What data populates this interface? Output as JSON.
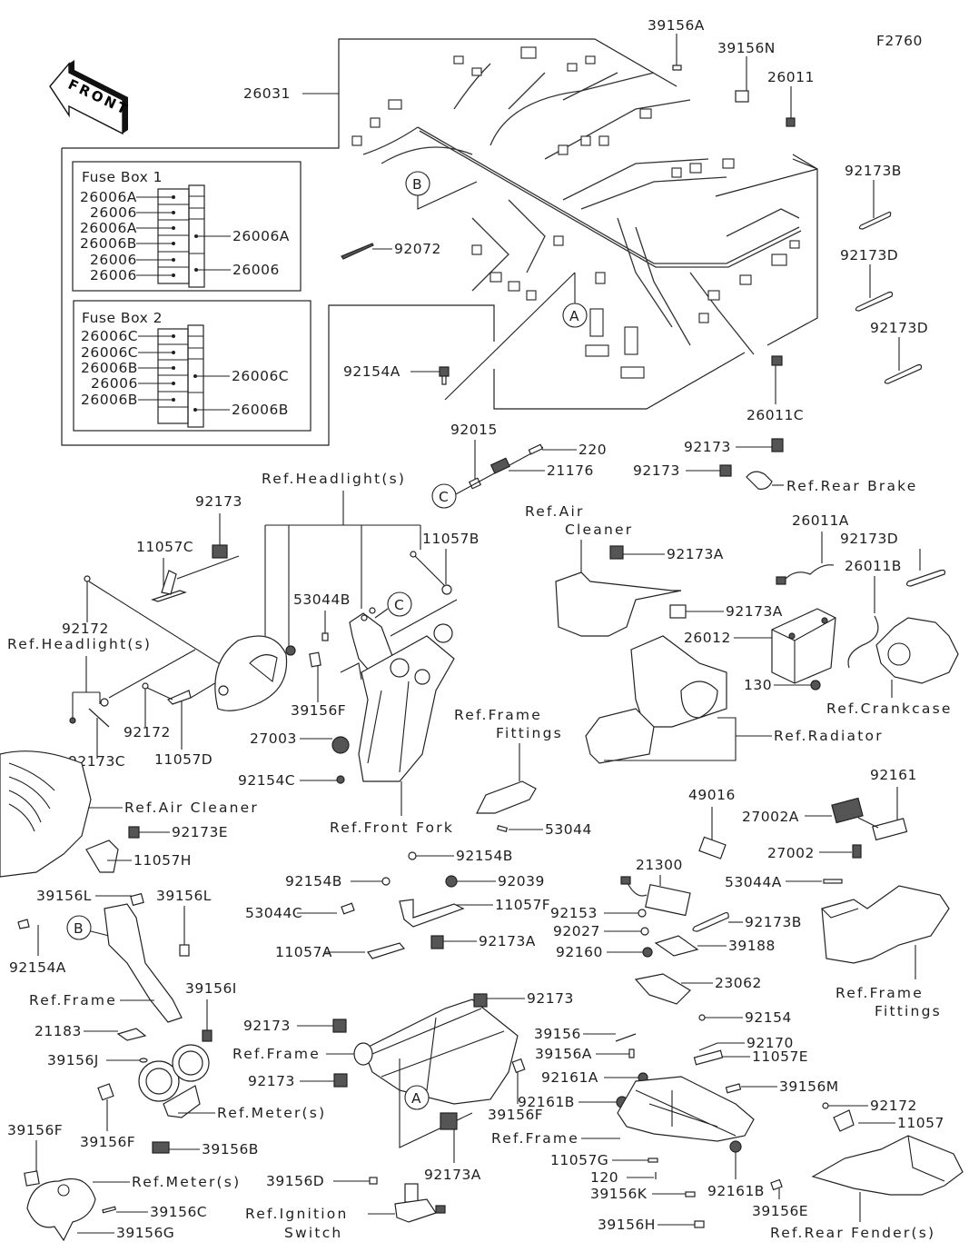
{
  "diagram": {
    "figure_code": "F2760",
    "front_arrow_label": "FRONT",
    "fuse_box_1": {
      "title": "Fuse Box 1",
      "left_labels": [
        "26006A",
        "26006",
        "26006A",
        "26006B",
        "26006",
        "26006"
      ],
      "right_labels": [
        "26006A",
        "26006"
      ]
    },
    "fuse_box_2": {
      "title": "Fuse Box 2",
      "left_labels": [
        "26006C",
        "26006C",
        "26006B",
        "26006",
        "26006B"
      ],
      "right_labels": [
        "26006C",
        "26006B"
      ]
    },
    "callouts": [
      "A",
      "B",
      "C"
    ],
    "labels": {
      "p26031": "26031",
      "p39156A_top": "39156A",
      "p39156N": "39156N",
      "p26011": "26011",
      "p92173B_top": "92173B",
      "p92173D_1": "92173D",
      "p92173D_2": "92173D",
      "p92072": "92072",
      "p26011C": "26011C",
      "p92154A_top": "92154A",
      "p92015": "92015",
      "p220": "220",
      "p21176": "21176",
      "p92173_rb1": "92173",
      "p92173_rb2": "92173",
      "ref_rear_brake": "Ref.Rear Brake",
      "ref_headlights_top": "Ref.Headlight(s)",
      "p92173_hl": "92173",
      "p11057C": "11057C",
      "p11057B": "11057B",
      "p53044B": "53044B",
      "p92172_a": "92172",
      "ref_headlights_left": "Ref.Headlight(s)",
      "p39156F_hl": "39156F",
      "p92172_b": "92172",
      "p27003": "27003",
      "p92173C": "92173C",
      "p11057D": "11057D",
      "p92154C": "92154C",
      "ref_front_fork": "Ref.Front Fork",
      "ref_air_cleaner_left": "Ref.Air Cleaner",
      "p92173E": "92173E",
      "p11057H": "11057H",
      "ref_air_cleaner_mid_1": "Ref.Air",
      "ref_air_cleaner_mid_2": "Cleaner",
      "p92173A_1": "92173A",
      "p92173A_2": "92173A",
      "ref_frame_fittings_mid_1": "Ref.Frame",
      "ref_frame_fittings_mid_2": "Fittings",
      "p53044": "53044",
      "ref_radiator": "Ref.Radiator",
      "p26011A": "26011A",
      "p92173D_3": "92173D",
      "p26011B": "26011B",
      "p26012": "26012",
      "p130": "130",
      "ref_crankcase": "Ref.Crankcase",
      "p92161_top": "92161",
      "p49016": "49016",
      "p27002A": "27002A",
      "p21300": "21300",
      "p27002": "27002",
      "p53044A": "53044A",
      "p92153": "92153",
      "p92027": "92027",
      "p92173B_2": "92173B",
      "p92160": "92160",
      "p39188": "39188",
      "p23062": "23062",
      "p92154": "92154",
      "p39156": "39156",
      "p92170": "92170",
      "p39156A_2": "39156A",
      "p11057E": "11057E",
      "p92161A": "92161A",
      "p39156M": "39156M",
      "p92161B_1": "92161B",
      "p92172_c": "92172",
      "p11057": "11057",
      "ref_frame_r": "Ref.Frame",
      "p11057G": "11057G",
      "p120": "120",
      "p39156K": "39156K",
      "p92161B_2": "92161B",
      "p39156E": "39156E",
      "p39156H": "39156H",
      "ref_rear_fender": "Ref.Rear Fender(s)",
      "ref_frame_fittings_r_1": "Ref.Frame",
      "ref_frame_fittings_r_2": "Fittings",
      "p92154B_1": "92154B",
      "p92154B_2": "92154B",
      "p92039": "92039",
      "p53044C": "53044C",
      "p11057F": "11057F",
      "p11057A": "11057A",
      "p92173A_3": "92173A",
      "p92173_f1": "92173",
      "p92173_f2": "92173",
      "ref_frame_c": "Ref.Frame",
      "p92173_f3": "92173",
      "p39156F_c": "39156F",
      "p92173A_4": "92173A",
      "p39156D": "39156D",
      "ref_ignition_1": "Ref.Ignition",
      "ref_ignition_2": "Switch",
      "p39156L_1": "39156L",
      "p39156L_2": "39156L",
      "p92154A_left": "92154A",
      "ref_frame_left": "Ref.Frame",
      "p39156I": "39156I",
      "p21183": "21183",
      "p39156J": "39156J",
      "ref_meters_1": "Ref.Meter(s)",
      "p39156F_m": "39156F",
      "p39156B": "39156B",
      "p39156F_b": "39156F",
      "ref_meters_2": "Ref.Meter(s)",
      "p39156C": "39156C",
      "p39156G": "39156G"
    }
  }
}
